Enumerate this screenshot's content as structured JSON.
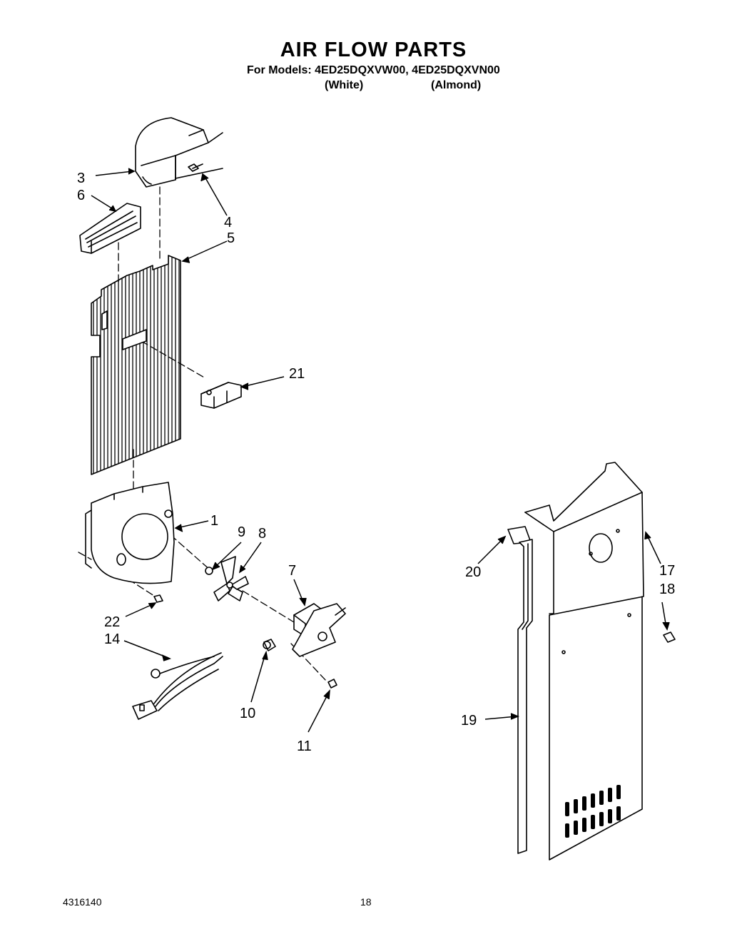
{
  "header": {
    "title": "AIR FLOW PARTS",
    "models_prefix": "For Models:",
    "models": "4ED25DQXVW00, 4ED25DQXVN00",
    "variant_white": "(White)",
    "variant_almond": "(Almond)"
  },
  "callouts": {
    "c1": "1",
    "c3": "3",
    "c4": "4",
    "c5": "5",
    "c6": "6",
    "c7": "7",
    "c8": "8",
    "c9": "9",
    "c10": "10",
    "c11": "11",
    "c14": "14",
    "c17": "17",
    "c18": "18",
    "c19": "19",
    "c20": "20",
    "c21": "21",
    "c22": "22"
  },
  "footer": {
    "doc_number": "4316140",
    "page_number": "18"
  }
}
